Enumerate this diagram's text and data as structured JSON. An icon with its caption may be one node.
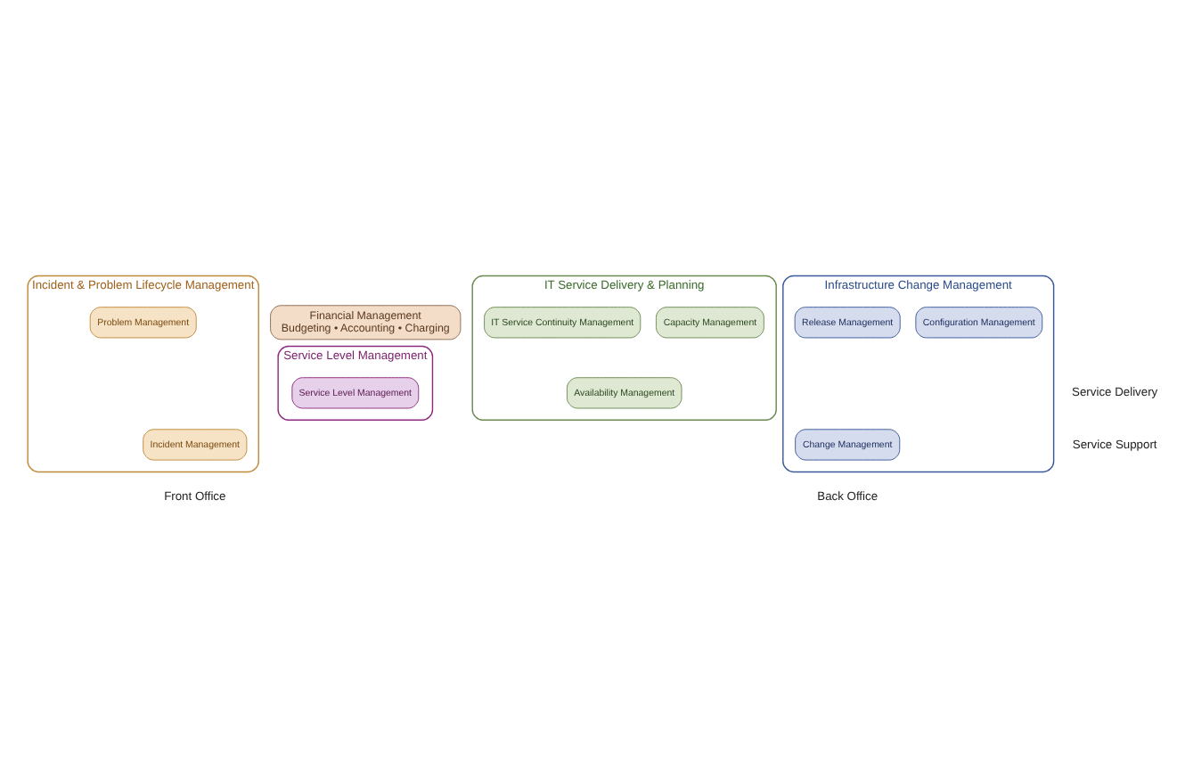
{
  "diagram": {
    "nodes": [
      {
        "text": [
          "Financial Management",
          "Budgeting • Accounting • Charging"
        ]
      },
      {
        "text": [
          "Service Level Management"
        ]
      },
      {
        "text": [
          "Service Level Management"
        ],
        "in": 1
      },
      {
        "text": [
          "IT Service Delivery & Planning"
        ]
      },
      {
        "text": [
          "Availability Management"
        ],
        "in": 3
      },
      {
        "text": [
          "Capacity Management"
        ],
        "in": 3
      },
      {
        "text": [
          "IT Service Continuity Management"
        ],
        "in": 3
      },
      {
        "text": [
          "Incident & Problem Lifecycle Management"
        ]
      },
      {
        "text": [
          "Incident Management"
        ],
        "in": 7
      },
      {
        "text": [
          "Problem Management"
        ],
        "in": 7
      },
      {
        "text": [
          "Infrastructure Change Management"
        ]
      },
      {
        "text": [
          "Change Management"
        ],
        "in": 10
      },
      {
        "text": [
          "Configuration Management"
        ],
        "in": 10
      },
      {
        "text": [
          "Release Management"
        ],
        "in": 10
      }
    ],
    "edges": [],
    "labels": [
      "Service Delivery",
      "Service Support",
      "Front Office",
      "Back Office"
    ]
  }
}
